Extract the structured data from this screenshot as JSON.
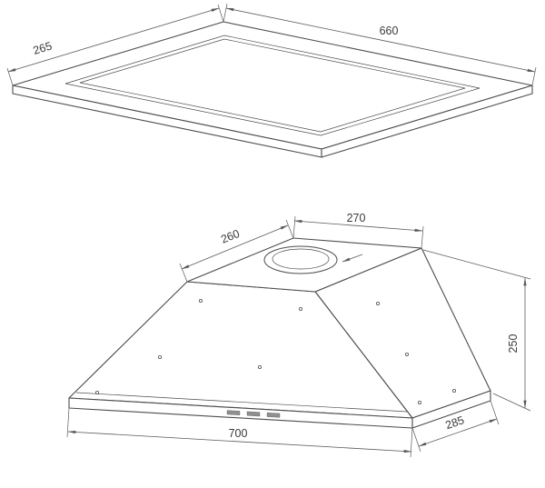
{
  "colors": {
    "background": "#ffffff",
    "outline": "#4c4c4c",
    "dimension_line": "#5a5a5a",
    "label_text": "#3a3a3a"
  },
  "views": {
    "panel": {
      "dims": {
        "width": "660",
        "depth": "265"
      }
    },
    "hood": {
      "dims": {
        "top_width": "270",
        "top_depth": "260",
        "height": "250",
        "bottom_width": "700",
        "bottom_depth": "285"
      }
    }
  }
}
